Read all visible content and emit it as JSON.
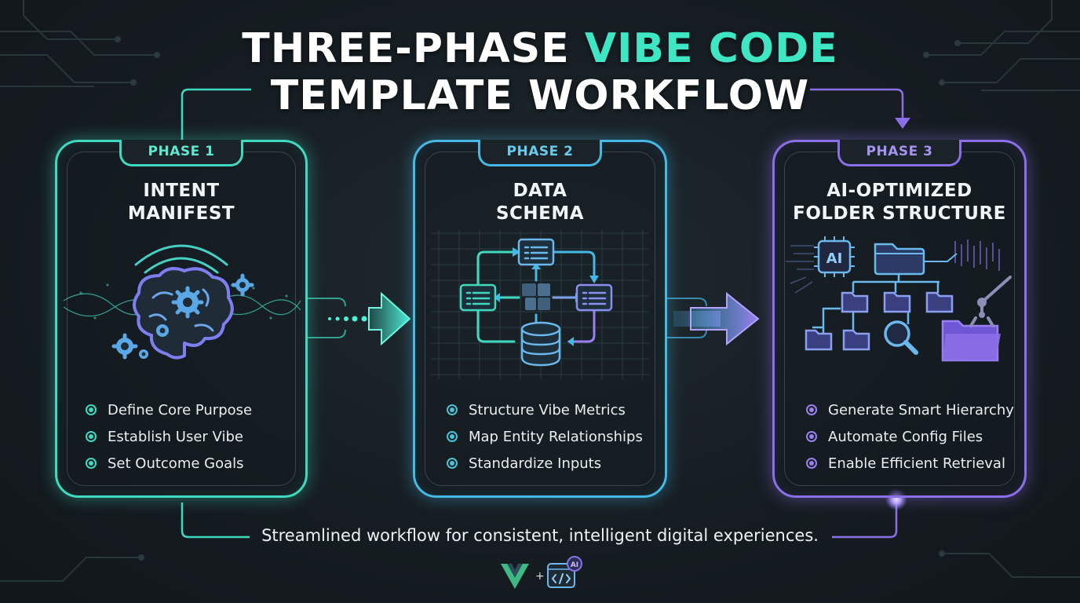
{
  "title": {
    "line1_prefix": "THREE-PHASE ",
    "line1_accent": "VIBE CODE",
    "line2": "TEMPLATE WORKFLOW"
  },
  "phases": [
    {
      "tab": "PHASE 1",
      "title_line1": "INTENT",
      "title_line2": "MANIFEST",
      "icon": "brain-gears-icon",
      "bullets": [
        "Define Core Purpose",
        "Establish User Vibe",
        "Set Outcome Goals"
      ]
    },
    {
      "tab": "PHASE 2",
      "title_line1": "DATA",
      "title_line2": "SCHEMA",
      "icon": "data-schema-icon",
      "bullets": [
        "Structure Vibe Metrics",
        "Map Entity Relationships",
        "Standardize Inputs"
      ]
    },
    {
      "tab": "PHASE 3",
      "title_line1": "AI-OPTIMIZED",
      "title_line2": "FOLDER STRUCTURE",
      "icon": "folder-tree-icon",
      "bullets": [
        "Generate Smart Hierarchy",
        "Automate Config Files",
        "Enable Efficient Retrieval"
      ]
    }
  ],
  "ai_chip_label": "AI",
  "footer_text": "Streamlined workflow for consistent, intelligent digital experiences.",
  "logos": {
    "plus": "+",
    "ai_badge": "AI"
  },
  "colors": {
    "teal": "#3fd9c0",
    "cyan": "#45b8e6",
    "purple": "#8a6fe8",
    "background": "#161d22"
  }
}
